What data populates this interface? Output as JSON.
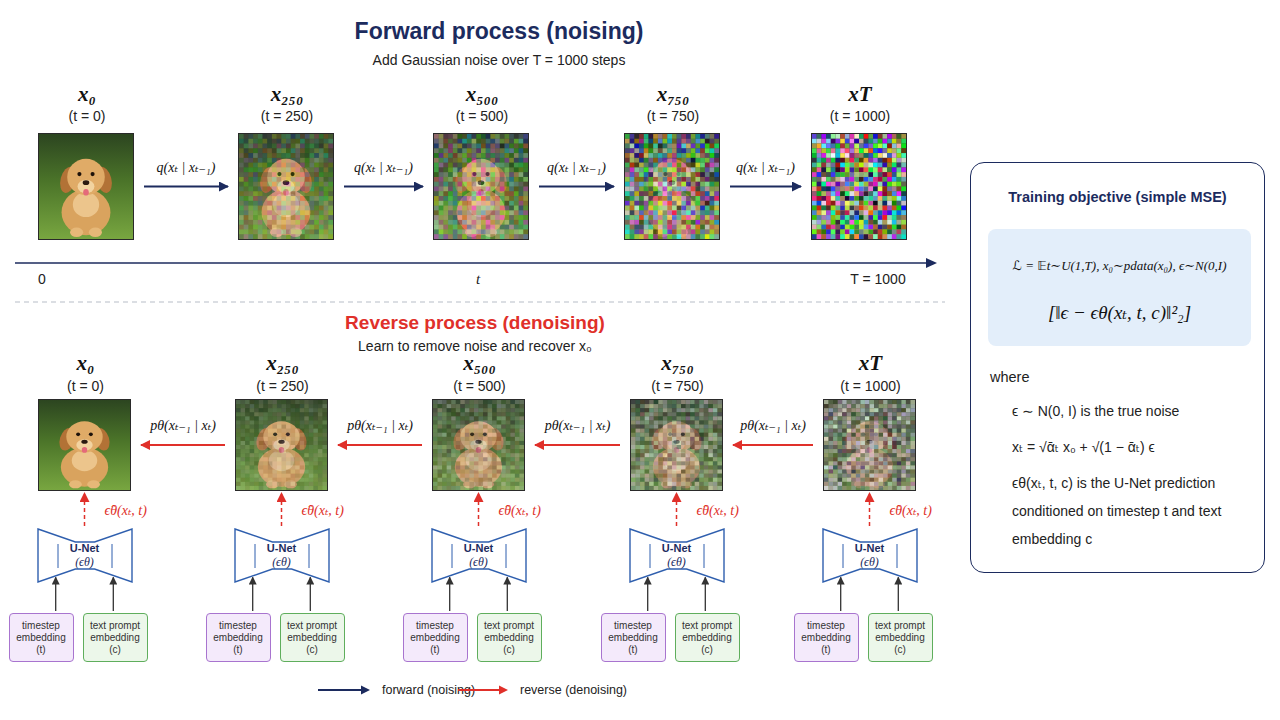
{
  "diagram": {
    "nodes": [
      {
        "text": [
          "x₀",
          "(t = 0)"
        ]
      },
      {
        "text": [
          "x₂₅₀",
          "(t = 250)"
        ]
      },
      {
        "text": [
          "x₅₀₀",
          "(t = 500)"
        ]
      },
      {
        "text": [
          "x₇₅₀",
          "(t = 750)"
        ]
      },
      {
        "text": [
          "xT",
          "(t = 1000)"
        ]
      },
      {
        "text": [
          "x₀",
          "(t = 0)"
        ]
      },
      {
        "text": [
          "x₂₅₀",
          "(t = 250)"
        ]
      },
      {
        "text": [
          "x₅₀₀",
          "(t = 500)"
        ]
      },
      {
        "text": [
          "x₇₅₀",
          "(t = 750)"
        ]
      },
      {
        "text": [
          "xT",
          "(t = 1000)"
        ]
      },
      {
        "text": [
          "U-Net",
          "(ϵθ)"
        ]
      },
      {
        "text": [
          "timestep embedding (t)"
        ]
      },
      {
        "text": [
          "text prompt embedding (c)"
        ]
      },
      {
        "text": [
          "U-Net",
          "(ϵθ)"
        ]
      },
      {
        "text": [
          "timestep embedding (t)"
        ]
      },
      {
        "text": [
          "text prompt embedding (c)"
        ]
      },
      {
        "text": [
          "U-Net",
          "(ϵθ)"
        ]
      },
      {
        "text": [
          "timestep embedding (t)"
        ]
      },
      {
        "text": [
          "text prompt embedding (c)"
        ]
      },
      {
        "text": [
          "U-Net",
          "(ϵθ)"
        ]
      },
      {
        "text": [
          "timestep embedding (t)"
        ]
      },
      {
        "text": [
          "text prompt embedding (c)"
        ]
      },
      {
        "text": [
          "U-Net",
          "(ϵθ)"
        ]
      },
      {
        "text": [
          "timestep embedding (t)"
        ]
      },
      {
        "text": [
          "text prompt embedding (c)"
        ]
      },
      {
        "text": [
          "Training objective (simple MSE)",
          "where",
          "ϵ ∼ N(0, I) is the true noise",
          "xₜ = √ᾱₜ x₀ + √(1 − ᾱₜ) ϵ",
          "ϵθ(xₜ, t, c) is the U-Net prediction conditioned on timestep t and text embedding c"
        ]
      },
      {
        "text": [
          "ℒ = 𝔼t∼U(1,T), x₀∼pdata(x₀), ϵ∼N(0,I)",
          "[‖ϵ − ϵθ(xₜ, t, c)‖²₂]"
        ],
        "in": 25
      }
    ],
    "edges": [
      {
        "from": 0,
        "to": 1,
        "arrow": "to",
        "label": "q(xₜ | xₜ₋₁)"
      },
      {
        "from": 1,
        "to": 2,
        "arrow": "to",
        "label": "q(xₜ | xₜ₋₁)"
      },
      {
        "from": 2,
        "to": 3,
        "arrow": "to",
        "label": "q(xₜ | xₜ₋₁)"
      },
      {
        "from": 3,
        "to": 4,
        "arrow": "to",
        "label": "q(xₜ | xₜ₋₁)"
      },
      {
        "from": 9,
        "to": 8,
        "arrow": "to",
        "label": "pθ(xₜ₋₁ | xₜ)"
      },
      {
        "from": 8,
        "to": 7,
        "arrow": "to",
        "label": "pθ(xₜ₋₁ | xₜ)"
      },
      {
        "from": 7,
        "to": 6,
        "arrow": "to",
        "label": "pθ(xₜ₋₁ | xₜ)"
      },
      {
        "from": 6,
        "to": 5,
        "arrow": "to",
        "label": "pθ(xₜ₋₁ | xₜ)"
      },
      {
        "from": 10,
        "to": 5,
        "arrow": "to",
        "label": "ϵ̂θ(xₜ, t)"
      },
      {
        "from": 13,
        "to": 6,
        "arrow": "to",
        "label": "ϵ̂θ(xₜ, t)"
      },
      {
        "from": 16,
        "to": 7,
        "arrow": "to",
        "label": "ϵ̂θ(xₜ, t)"
      },
      {
        "from": 19,
        "to": 8,
        "arrow": "to",
        "label": "ϵ̂θ(xₜ, t)"
      },
      {
        "from": 22,
        "to": 9,
        "arrow": "to",
        "label": "ϵ̂θ(xₜ, t)"
      },
      {
        "from": 11,
        "to": 10,
        "arrow": "to"
      },
      {
        "from": 12,
        "to": 10,
        "arrow": "to"
      },
      {
        "from": 14,
        "to": 13,
        "arrow": "to"
      },
      {
        "from": 15,
        "to": 13,
        "arrow": "to"
      },
      {
        "from": 17,
        "to": 16,
        "arrow": "to"
      },
      {
        "from": 18,
        "to": 16,
        "arrow": "to"
      },
      {
        "from": 20,
        "to": 19,
        "arrow": "to"
      },
      {
        "from": 21,
        "to": 19,
        "arrow": "to"
      },
      {
        "from": 23,
        "to": 22,
        "arrow": "to"
      },
      {
        "from": 24,
        "to": 22,
        "arrow": "to"
      }
    ],
    "labels": [
      "Forward process (noising)",
      "Add Gaussian noise over T = 1000 steps",
      "0",
      "t",
      "T = 1000",
      "Reverse process (denoising)",
      "Learn to remove noise and recover x₀"
    ],
    "legend": [
      {
        "text": "forward (noising)"
      },
      {
        "text": "reverse (denoising)"
      }
    ]
  }
}
